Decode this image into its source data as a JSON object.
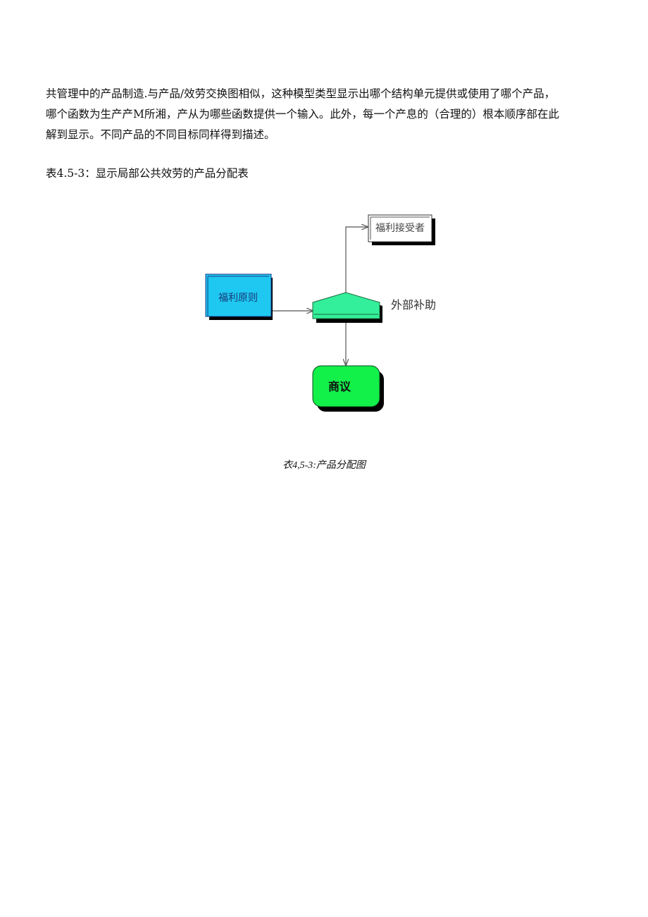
{
  "paragraph": {
    "lines": [
      "共管理中的产品制造.与产品/效劳交换图相似，这种模型类型显示出哪个结构单元提供或使用了哪个产品，",
      "哪个函数为生产产M所湘，产从为哪些函数提供一个输入。此外，每一个产息的（合理的）根本顺序部在此",
      "解到显示。不同产品的不同目标同样得到描述。"
    ]
  },
  "table_caption": "表4.5-3：显示局部公共效劳的产品分配表",
  "diagram": {
    "nodes": {
      "principle": "福利原则",
      "subsidy": "外部补助",
      "recipient": "福利接受者",
      "negotiation": "商议"
    },
    "colors": {
      "principle_fill": "#1ec8f0",
      "subsidy_fill": "#33ee9a",
      "negotiation_fill": "#12f04a",
      "recipient_fill": "#ffffff",
      "shadow": "#000000",
      "arrow": "#555555"
    }
  },
  "figure_caption": "衣4,5-3:产品分配图"
}
